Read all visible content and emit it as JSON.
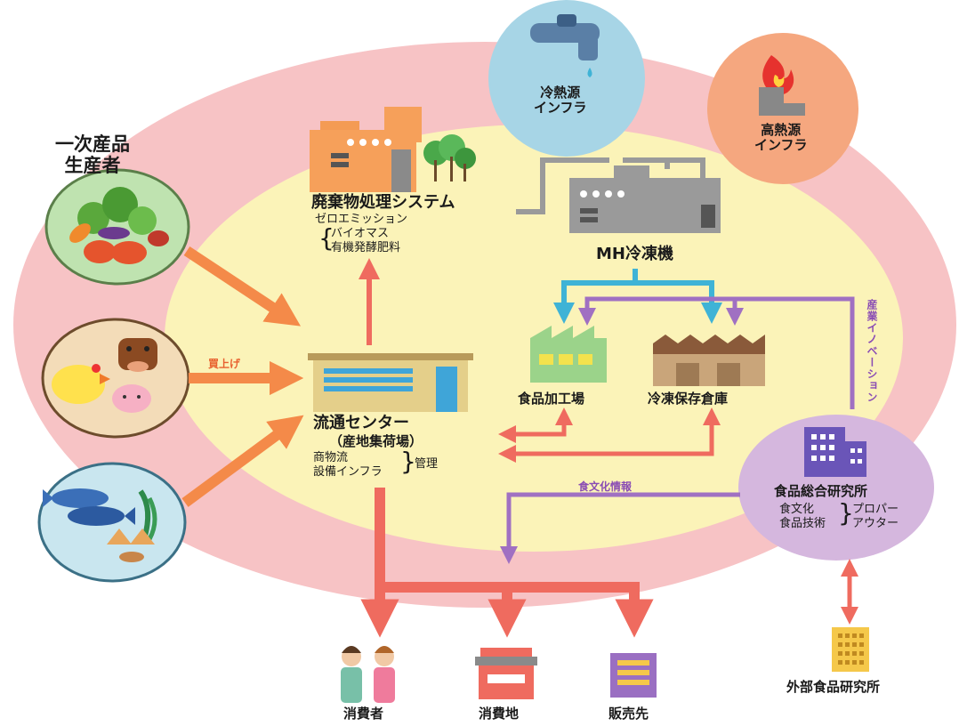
{
  "producers": {
    "title": "一次産品\n生産者"
  },
  "labels": {
    "kaiage": "買上げ",
    "waste_title": "廃棄物処理システム",
    "zero_emission": "ゼロエミッション",
    "biomass": "バイオマス",
    "organic": "有機発酵肥料",
    "mh": "MH冷凍機",
    "cold_infra": "冷熱源\nインフラ",
    "hot_infra": "高熱源\nインフラ",
    "food_factory": "食品加工場",
    "freezer_warehouse": "冷凍保存倉庫",
    "center_title": "流通センター",
    "center_sub": "（産地集荷場）",
    "logistics": "商物流",
    "facility_infra": "設備インフラ",
    "kanri": "管理",
    "industry_innovation": "産業イノベーション",
    "food_culture_info": "食文化情報",
    "research_title": "食品総合研究所",
    "food_culture": "食文化",
    "food_tech": "食品技術",
    "proper": "プロパー",
    "outer": "アウター",
    "external_lab": "外部食品研究所",
    "consumers": "消費者",
    "consumption_area": "消費地",
    "sales_dest": "販売先"
  },
  "colors": {
    "outer_ellipse": "#f7c3c5",
    "inner_ellipse": "#fbf3b8",
    "orange_arrow": "#f48a49",
    "red_arrow": "#ef6b5f",
    "cyan_line": "#3fb3d6",
    "purple_line": "#a070c2",
    "cold_circle": "#a7d5e6",
    "hot_circle": "#f5a77f",
    "research_ellipse": "#d5b7de"
  }
}
